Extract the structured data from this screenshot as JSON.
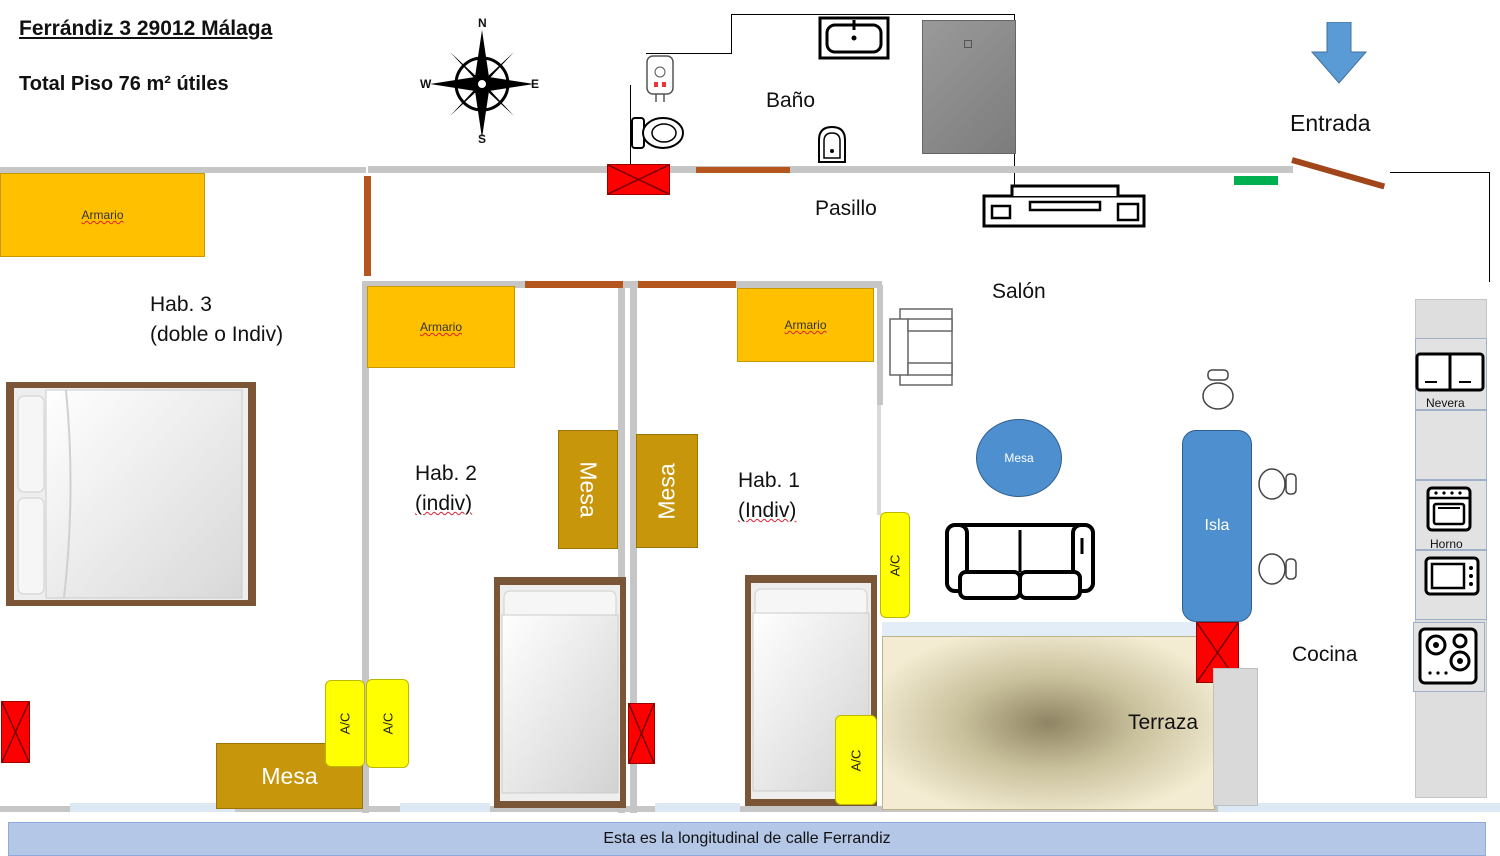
{
  "header": {
    "address": "Ferrándiz 3 29012 Málaga",
    "total": "Total Piso 76 m² útiles"
  },
  "compass": {
    "n": "N",
    "s": "S",
    "e": "E",
    "w": "W"
  },
  "rooms": {
    "bano": "Baño",
    "entrada": "Entrada",
    "pasillo": "Pasillo",
    "salon": "Salón",
    "hab3_line1": "Hab. 3",
    "hab3_line2": "(doble o Indiv)",
    "hab2_line1": "Hab. 2",
    "hab2_line2": "(indiv)",
    "hab1_line1": "Hab. 1",
    "hab1_line2": "(Indiv)",
    "cocina": "Cocina",
    "terraza": "Terraza"
  },
  "furniture": {
    "armario": "Armario",
    "mesa": "Mesa",
    "ac": "A/C",
    "isla": "Isla",
    "nevera": "Nevera",
    "horno": "Horno"
  },
  "street": "Esta es la longitudinal de calle Ferrandiz",
  "colors": {
    "wall": "#c6c6c6",
    "door": "#b5561f",
    "armario": "#ffc000",
    "mesa": "#c8960a",
    "ac": "#ffff00",
    "blocked": "#ff0000",
    "isla": "#4e8fd0",
    "street": "#b4c7e7",
    "entry_arrow": "#5b9bd5"
  }
}
